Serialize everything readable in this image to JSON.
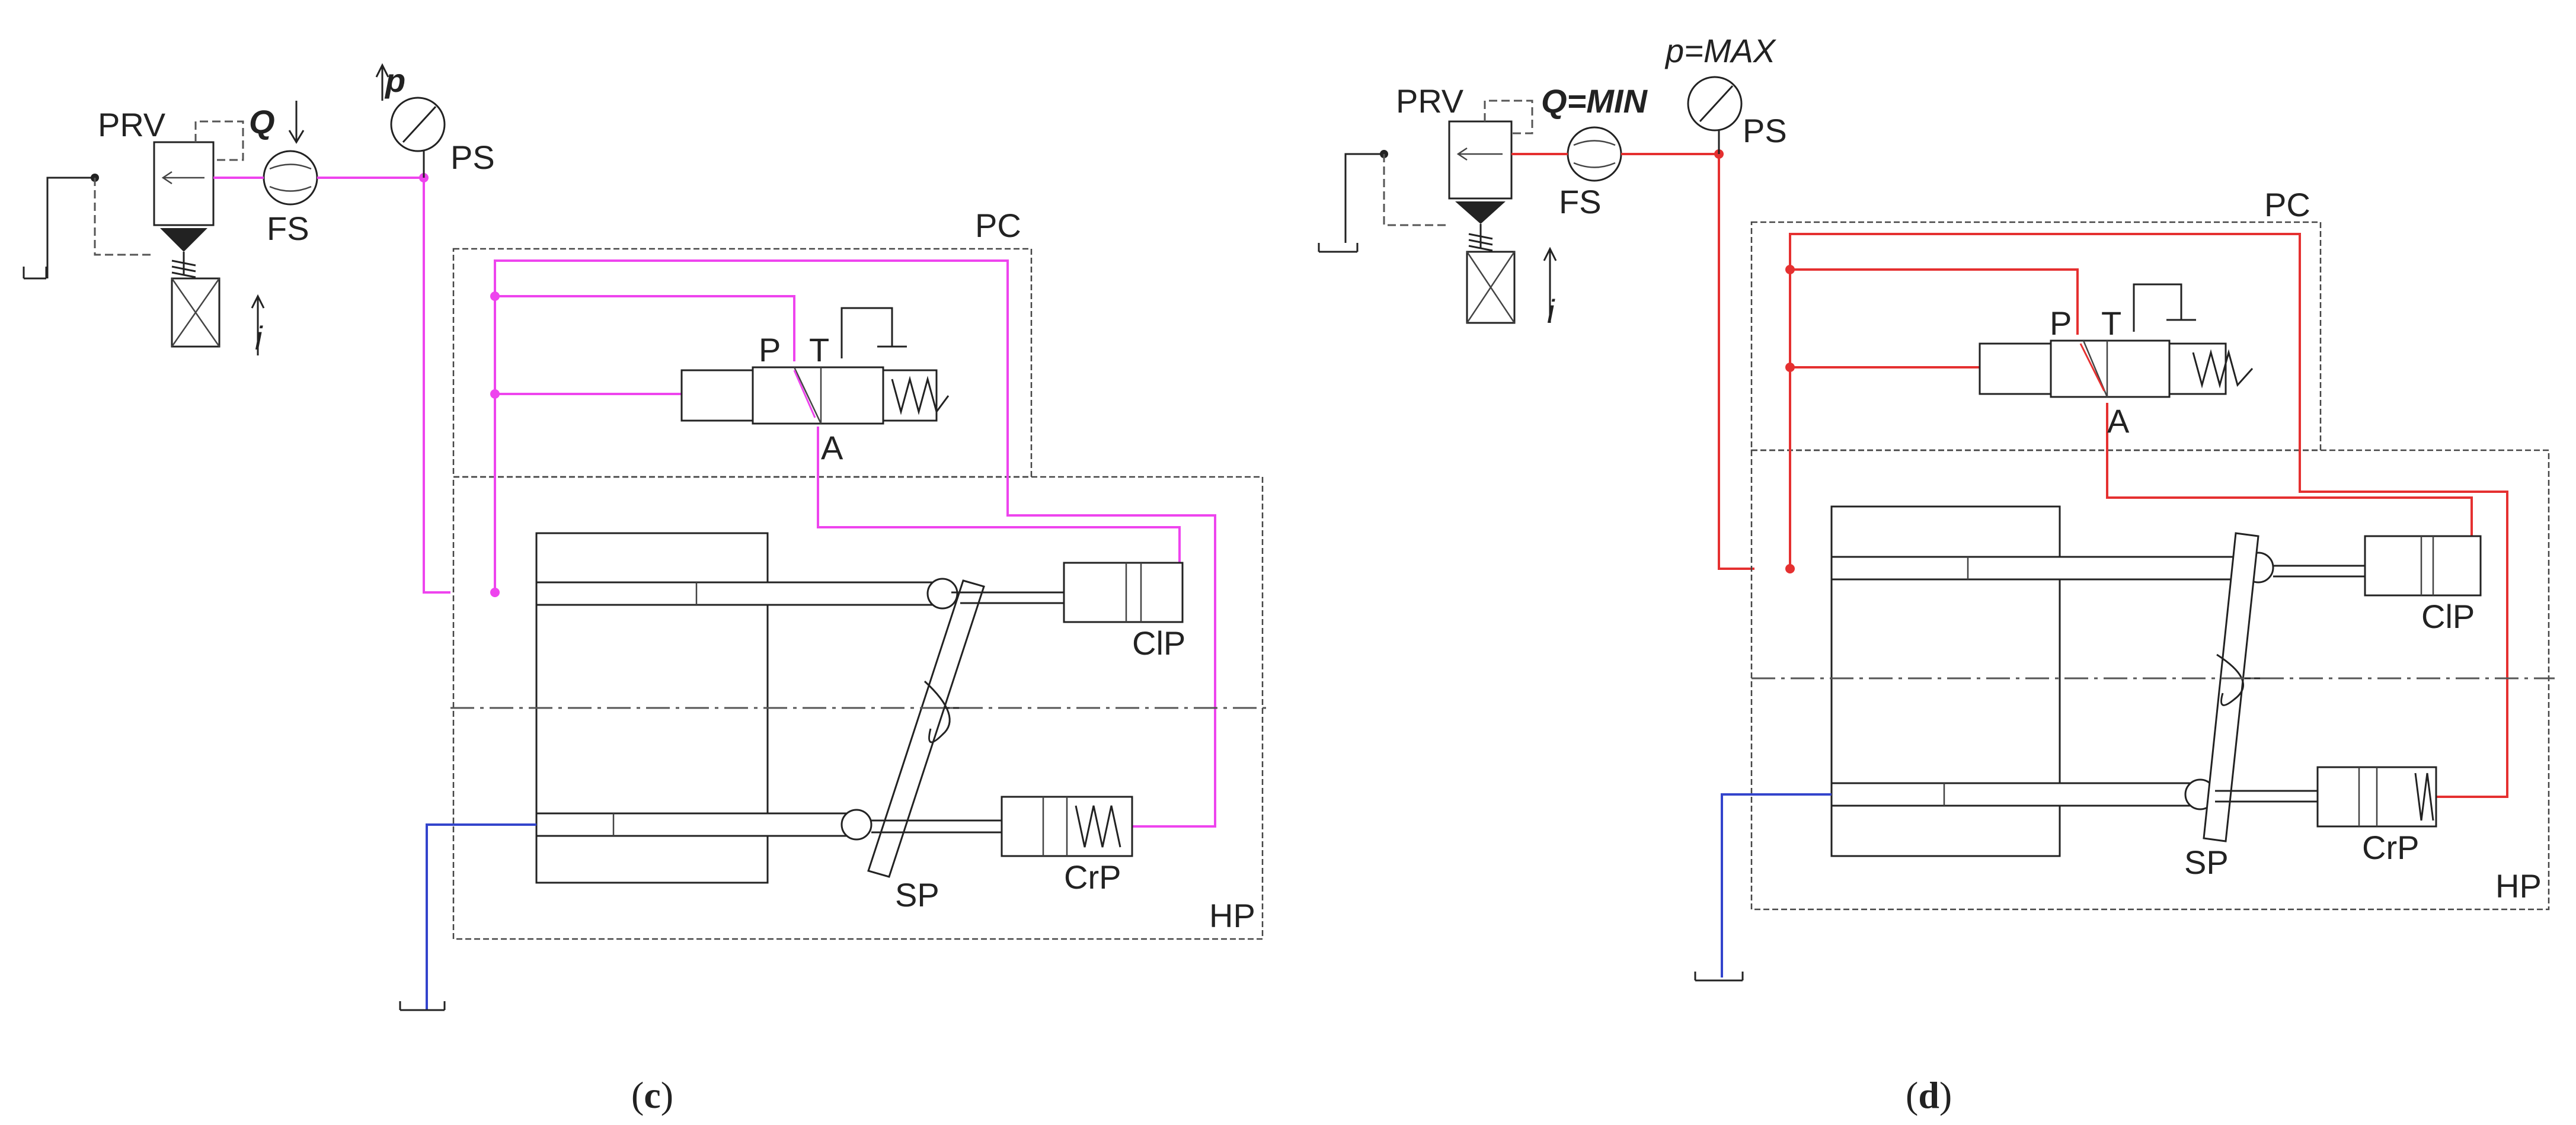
{
  "colors": {
    "line": "#222222",
    "magenta": "#ee44ee",
    "red": "#e53030",
    "blue": "#3344cc"
  },
  "panel_c": {
    "caption_open": "(",
    "caption_letter": "c",
    "caption_close": ")",
    "prv": "PRV",
    "q": "Q",
    "fs": "FS",
    "p": "p",
    "ps": "PS",
    "i": "i",
    "pc": "PC",
    "port_p": "P",
    "port_t": "T",
    "port_a": "A",
    "clp": "ClP",
    "crp": "CrP",
    "sp": "SP",
    "hp": "HP"
  },
  "panel_d": {
    "caption_open": "(",
    "caption_letter": "d",
    "caption_close": ")",
    "prv": "PRV",
    "q": "Q=MIN",
    "fs": "FS",
    "p": "p=MAX",
    "ps": "PS",
    "i": "i",
    "pc": "PC",
    "port_p": "P",
    "port_t": "T",
    "port_a": "A",
    "clp": "ClP",
    "crp": "CrP",
    "sp": "SP",
    "hp": "HP"
  }
}
